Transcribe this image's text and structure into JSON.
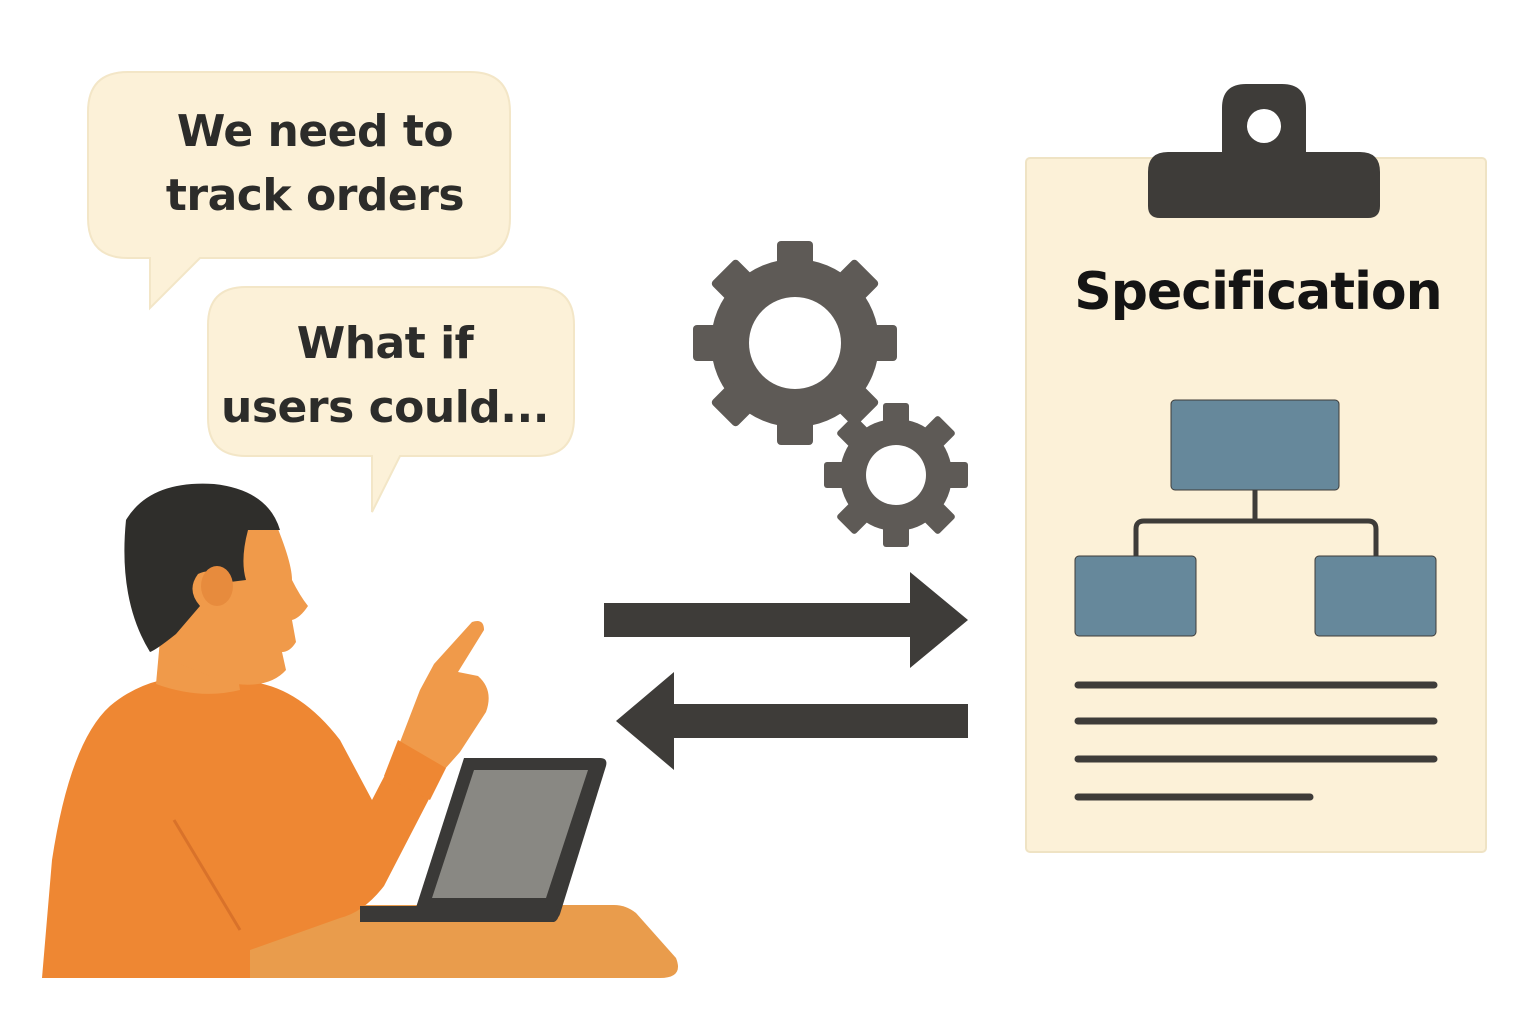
{
  "speech_bubbles": [
    {
      "text_lines": [
        "We need to",
        "track orders"
      ]
    },
    {
      "text_lines": [
        "What if",
        "users could..."
      ]
    }
  ],
  "document": {
    "title": "Specification",
    "diagram": {
      "type": "hierarchy",
      "root_boxes": 1,
      "child_boxes": 2
    },
    "text_lines": 4
  },
  "arrows": [
    {
      "direction": "right"
    },
    {
      "direction": "left"
    }
  ],
  "icons": [
    "person-icon",
    "laptop-icon",
    "gear-icon",
    "clipboard-icon"
  ],
  "colors": {
    "bubble_fill": "#fcf1d8",
    "paper_fill": "#fcf1d8",
    "gear": "#5e5a56",
    "arrow": "#3e3c39",
    "shirt": "#ee8733",
    "skin": "#f09a4a",
    "hair": "#2f2e2b",
    "desk": "#e99c4c",
    "box_blue": "#66889b",
    "clip": "#3e3c39"
  }
}
